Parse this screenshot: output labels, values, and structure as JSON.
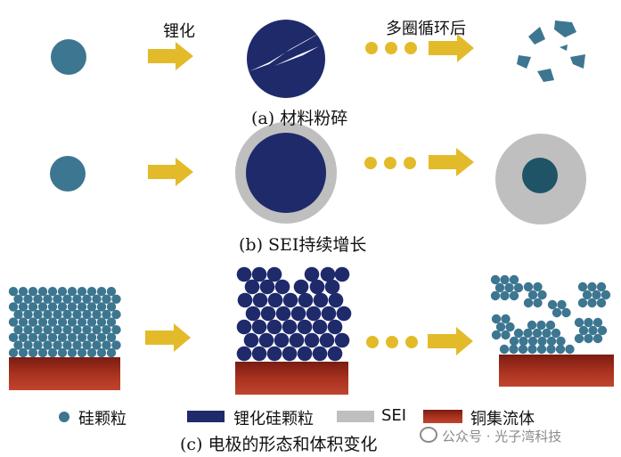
{
  "colors": {
    "silicon": "#3d7690",
    "lithiated": "#1f2a6b",
    "sei": "#bfbfbf",
    "copper_dark": "#7a1c12",
    "copper_light": "#c0452e",
    "arrow": "#e3bb2a"
  },
  "panel_a": {
    "caption": "(a) 材料粉碎",
    "step1_label": "锂化",
    "step2_label": "多圈循环后"
  },
  "panel_b": {
    "caption": "(b) SEI持续增长"
  },
  "panel_c": {
    "caption": "(c) 电极的形态和体积变化"
  },
  "legend": {
    "silicon": "硅颗粒",
    "lithiated": "锂化硅颗粒",
    "sei": "SEI",
    "collector": "铜集流体"
  },
  "watermark": {
    "text": "公众号 · 光子湾科技"
  }
}
